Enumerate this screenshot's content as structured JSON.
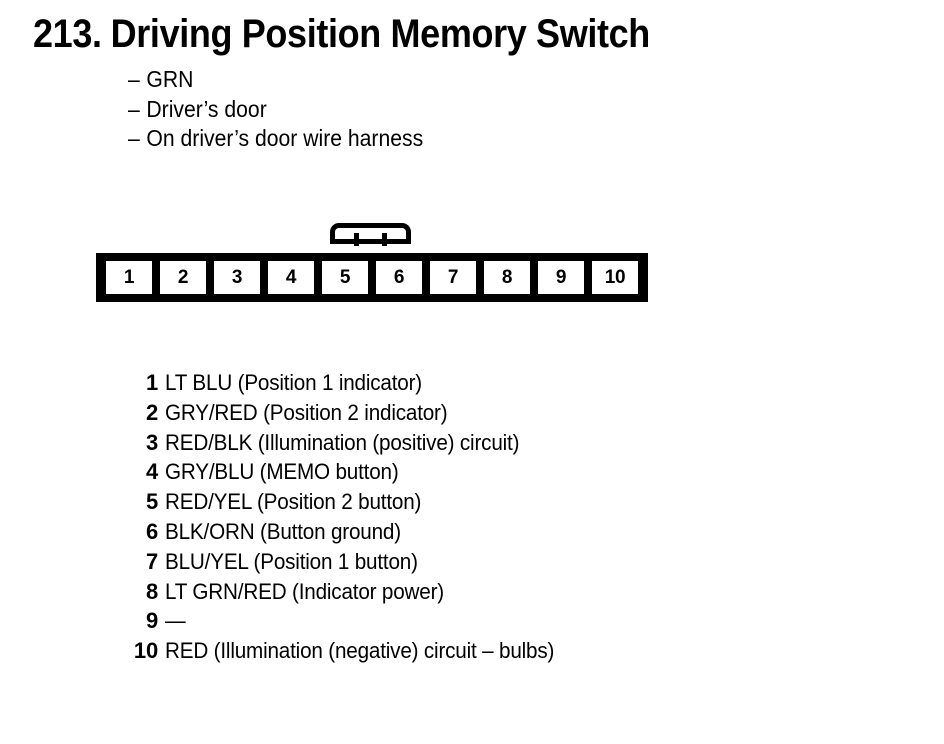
{
  "document": {
    "background_color": "#ffffff",
    "ink_color": "#000000"
  },
  "header": {
    "item_number": "213.",
    "title": "Driving Position Memory Switch",
    "full_title": "213. Driving Position Memory Switch",
    "attributes": [
      {
        "dash": "–",
        "text": "GRN"
      },
      {
        "dash": "–",
        "text": "Driver’s door"
      },
      {
        "dash": "–",
        "text": "On driver’s door wire harness"
      }
    ]
  },
  "connector": {
    "name": "10-pin connector",
    "latch_tab": "latch-tab",
    "pin_count": 10,
    "cells": [
      {
        "label": "1"
      },
      {
        "label": "2"
      },
      {
        "label": "3"
      },
      {
        "label": "4"
      },
      {
        "label": "5"
      },
      {
        "label": "6"
      },
      {
        "label": "7"
      },
      {
        "label": "8"
      },
      {
        "label": "9"
      },
      {
        "label": "10"
      }
    ]
  },
  "pin_list": [
    {
      "number": "1",
      "description": "LT BLU (Position 1 indicator)"
    },
    {
      "number": "2",
      "description": "GRY/RED (Position 2 indicator)"
    },
    {
      "number": "3",
      "description": "RED/BLK (Illumination (positive) circuit)"
    },
    {
      "number": "4",
      "description": "GRY/BLU (MEMO button)"
    },
    {
      "number": "5",
      "description": "RED/YEL (Position 2 button)"
    },
    {
      "number": "6",
      "description": "BLK/ORN (Button ground)"
    },
    {
      "number": "7",
      "description": "BLU/YEL (Position 1 button)"
    },
    {
      "number": "8",
      "description": "LT GRN/RED (Indicator power)"
    },
    {
      "number": "9",
      "description": "—"
    },
    {
      "number": "10",
      "description": "RED (Illumination (negative) circuit – bulbs)"
    }
  ]
}
